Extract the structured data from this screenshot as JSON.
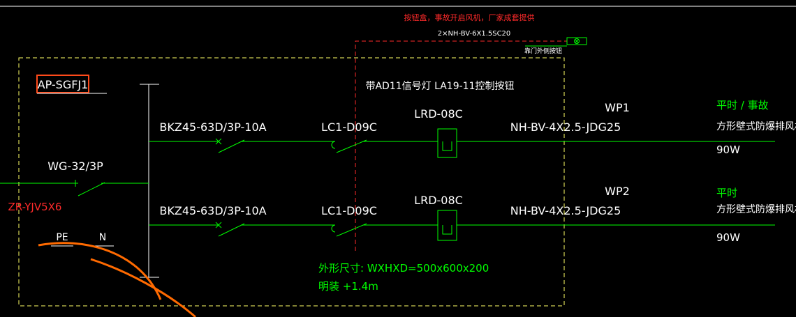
{
  "colors": {
    "background": "#000000",
    "text": "#ffffff",
    "wire": "#00ff00",
    "box_border": "#ffff66",
    "control_line": "#ff0000",
    "label_green": "#00ff00",
    "label_red": "#ff2a2a",
    "highlight_box": "#ff4a1a",
    "curve": "#ff6a00"
  },
  "notes": {
    "top_red": "按钮盒，事故开启风机，厂家成套提供",
    "cable": "2×NH-BV-6X1.5SC20",
    "door_button": "靠门外侧按钮",
    "signal": "带AD11信号灯  LA19-11控制按钮"
  },
  "panel": {
    "id": "AP-SGFJ1",
    "main_switch": "WG-32/3P",
    "incoming_cable": "ZR-YJV5X6",
    "pe": "PE",
    "n": "N",
    "size": "外形尺寸:    WXHXD=500x600x200",
    "mount": "明装  +1.4m"
  },
  "circuits": [
    {
      "breaker": "BKZ45-63D/3P-10A",
      "contactor": "LC1-D09C",
      "relay": "LRD-08C",
      "cable": "NH-BV-4X2.5-JDG25",
      "circuit_id": "WP1",
      "mode": "平时 / 事故",
      "load": "方形壁式防爆排风机",
      "power": "90W"
    },
    {
      "breaker": "BKZ45-63D/3P-10A",
      "contactor": "LC1-D09C",
      "relay": "LRD-08C",
      "cable": "NH-BV-4X2.5-JDG25",
      "circuit_id": "WP2",
      "mode": "平时",
      "load": "方形壁式防爆排风机",
      "power": "90W"
    }
  ]
}
